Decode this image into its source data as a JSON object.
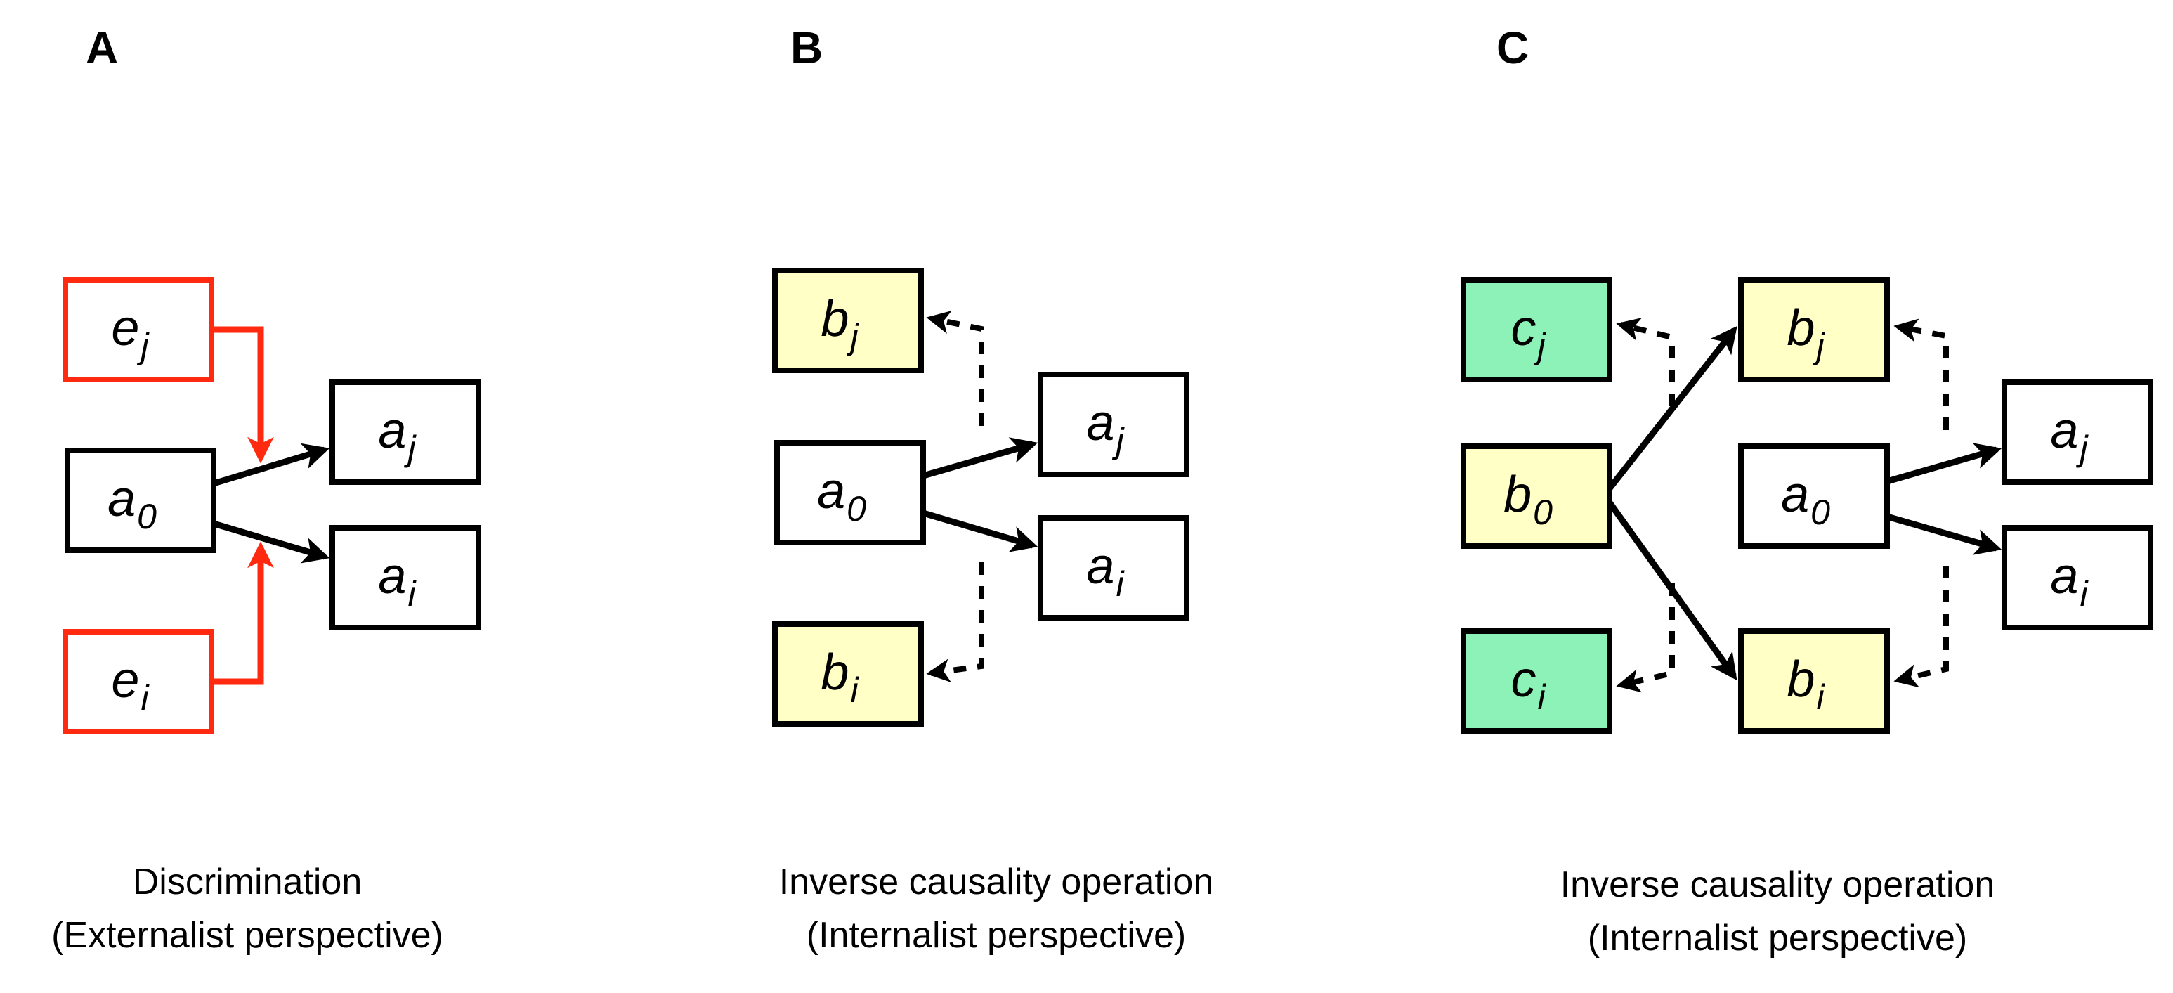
{
  "colors": {
    "ink": "#000000",
    "external": "#ff2a0f",
    "b_fill": "#ffffc6",
    "c_fill": "#8df2b8",
    "plain_fill": "#ffffff"
  },
  "panels": [
    {
      "letter": "A",
      "caption": [
        "Discrimination",
        "(Externalist perspective)"
      ],
      "nodes": [
        {
          "id": "A-ej",
          "label": "e",
          "sub": "j",
          "kind": "external"
        },
        {
          "id": "A-a0",
          "label": "a",
          "sub": "0",
          "kind": "plain"
        },
        {
          "id": "A-ei",
          "label": "e",
          "sub": "i",
          "kind": "external"
        },
        {
          "id": "A-aj",
          "label": "a",
          "sub": "j",
          "kind": "plain"
        },
        {
          "id": "A-ai",
          "label": "a",
          "sub": "i",
          "kind": "plain"
        }
      ],
      "edges": [
        {
          "from": "A-a0",
          "to": "A-aj",
          "style": "solid"
        },
        {
          "from": "A-a0",
          "to": "A-ai",
          "style": "solid"
        },
        {
          "from": "A-ej",
          "to": "A-a0-aj-edge",
          "style": "external"
        },
        {
          "from": "A-ei",
          "to": "A-a0-ai-edge",
          "style": "external"
        }
      ]
    },
    {
      "letter": "B",
      "caption": [
        "Inverse causality operation",
        "(Internalist perspective)"
      ],
      "nodes": [
        {
          "id": "B-bj",
          "label": "b",
          "sub": "j",
          "kind": "b"
        },
        {
          "id": "B-a0",
          "label": "a",
          "sub": "0",
          "kind": "plain"
        },
        {
          "id": "B-bi",
          "label": "b",
          "sub": "i",
          "kind": "b"
        },
        {
          "id": "B-aj",
          "label": "a",
          "sub": "j",
          "kind": "plain"
        },
        {
          "id": "B-ai",
          "label": "a",
          "sub": "i",
          "kind": "plain"
        }
      ],
      "edges": [
        {
          "from": "B-a0",
          "to": "B-aj",
          "style": "solid"
        },
        {
          "from": "B-a0",
          "to": "B-ai",
          "style": "solid"
        },
        {
          "from": "B-a0-aj-edge",
          "to": "B-bj",
          "style": "dashed"
        },
        {
          "from": "B-a0-ai-edge",
          "to": "B-bi",
          "style": "dashed"
        }
      ]
    },
    {
      "letter": "C",
      "caption": [
        "Inverse causality operation",
        "(Internalist perspective)"
      ],
      "nodes": [
        {
          "id": "C-cj",
          "label": "c",
          "sub": "j",
          "kind": "c"
        },
        {
          "id": "C-b0",
          "label": "b",
          "sub": "0",
          "kind": "b"
        },
        {
          "id": "C-ci",
          "label": "c",
          "sub": "i",
          "kind": "c"
        },
        {
          "id": "C-bj",
          "label": "b",
          "sub": "j",
          "kind": "b"
        },
        {
          "id": "C-bi",
          "label": "b",
          "sub": "i",
          "kind": "b"
        },
        {
          "id": "C-a0",
          "label": "a",
          "sub": "0",
          "kind": "plain"
        },
        {
          "id": "C-aj",
          "label": "a",
          "sub": "j",
          "kind": "plain"
        },
        {
          "id": "C-ai",
          "label": "a",
          "sub": "i",
          "kind": "plain"
        }
      ],
      "edges": [
        {
          "from": "C-b0",
          "to": "C-bj",
          "style": "solid"
        },
        {
          "from": "C-b0",
          "to": "C-bi",
          "style": "solid"
        },
        {
          "from": "C-a0",
          "to": "C-aj",
          "style": "solid"
        },
        {
          "from": "C-a0",
          "to": "C-ai",
          "style": "solid"
        },
        {
          "from": "C-b0-bj-edge",
          "to": "C-cj",
          "style": "dashed"
        },
        {
          "from": "C-b0-bi-edge",
          "to": "C-ci",
          "style": "dashed"
        },
        {
          "from": "C-a0-aj-edge",
          "to": "C-bj",
          "style": "dashed"
        },
        {
          "from": "C-a0-ai-edge",
          "to": "C-bi",
          "style": "dashed"
        }
      ]
    }
  ]
}
